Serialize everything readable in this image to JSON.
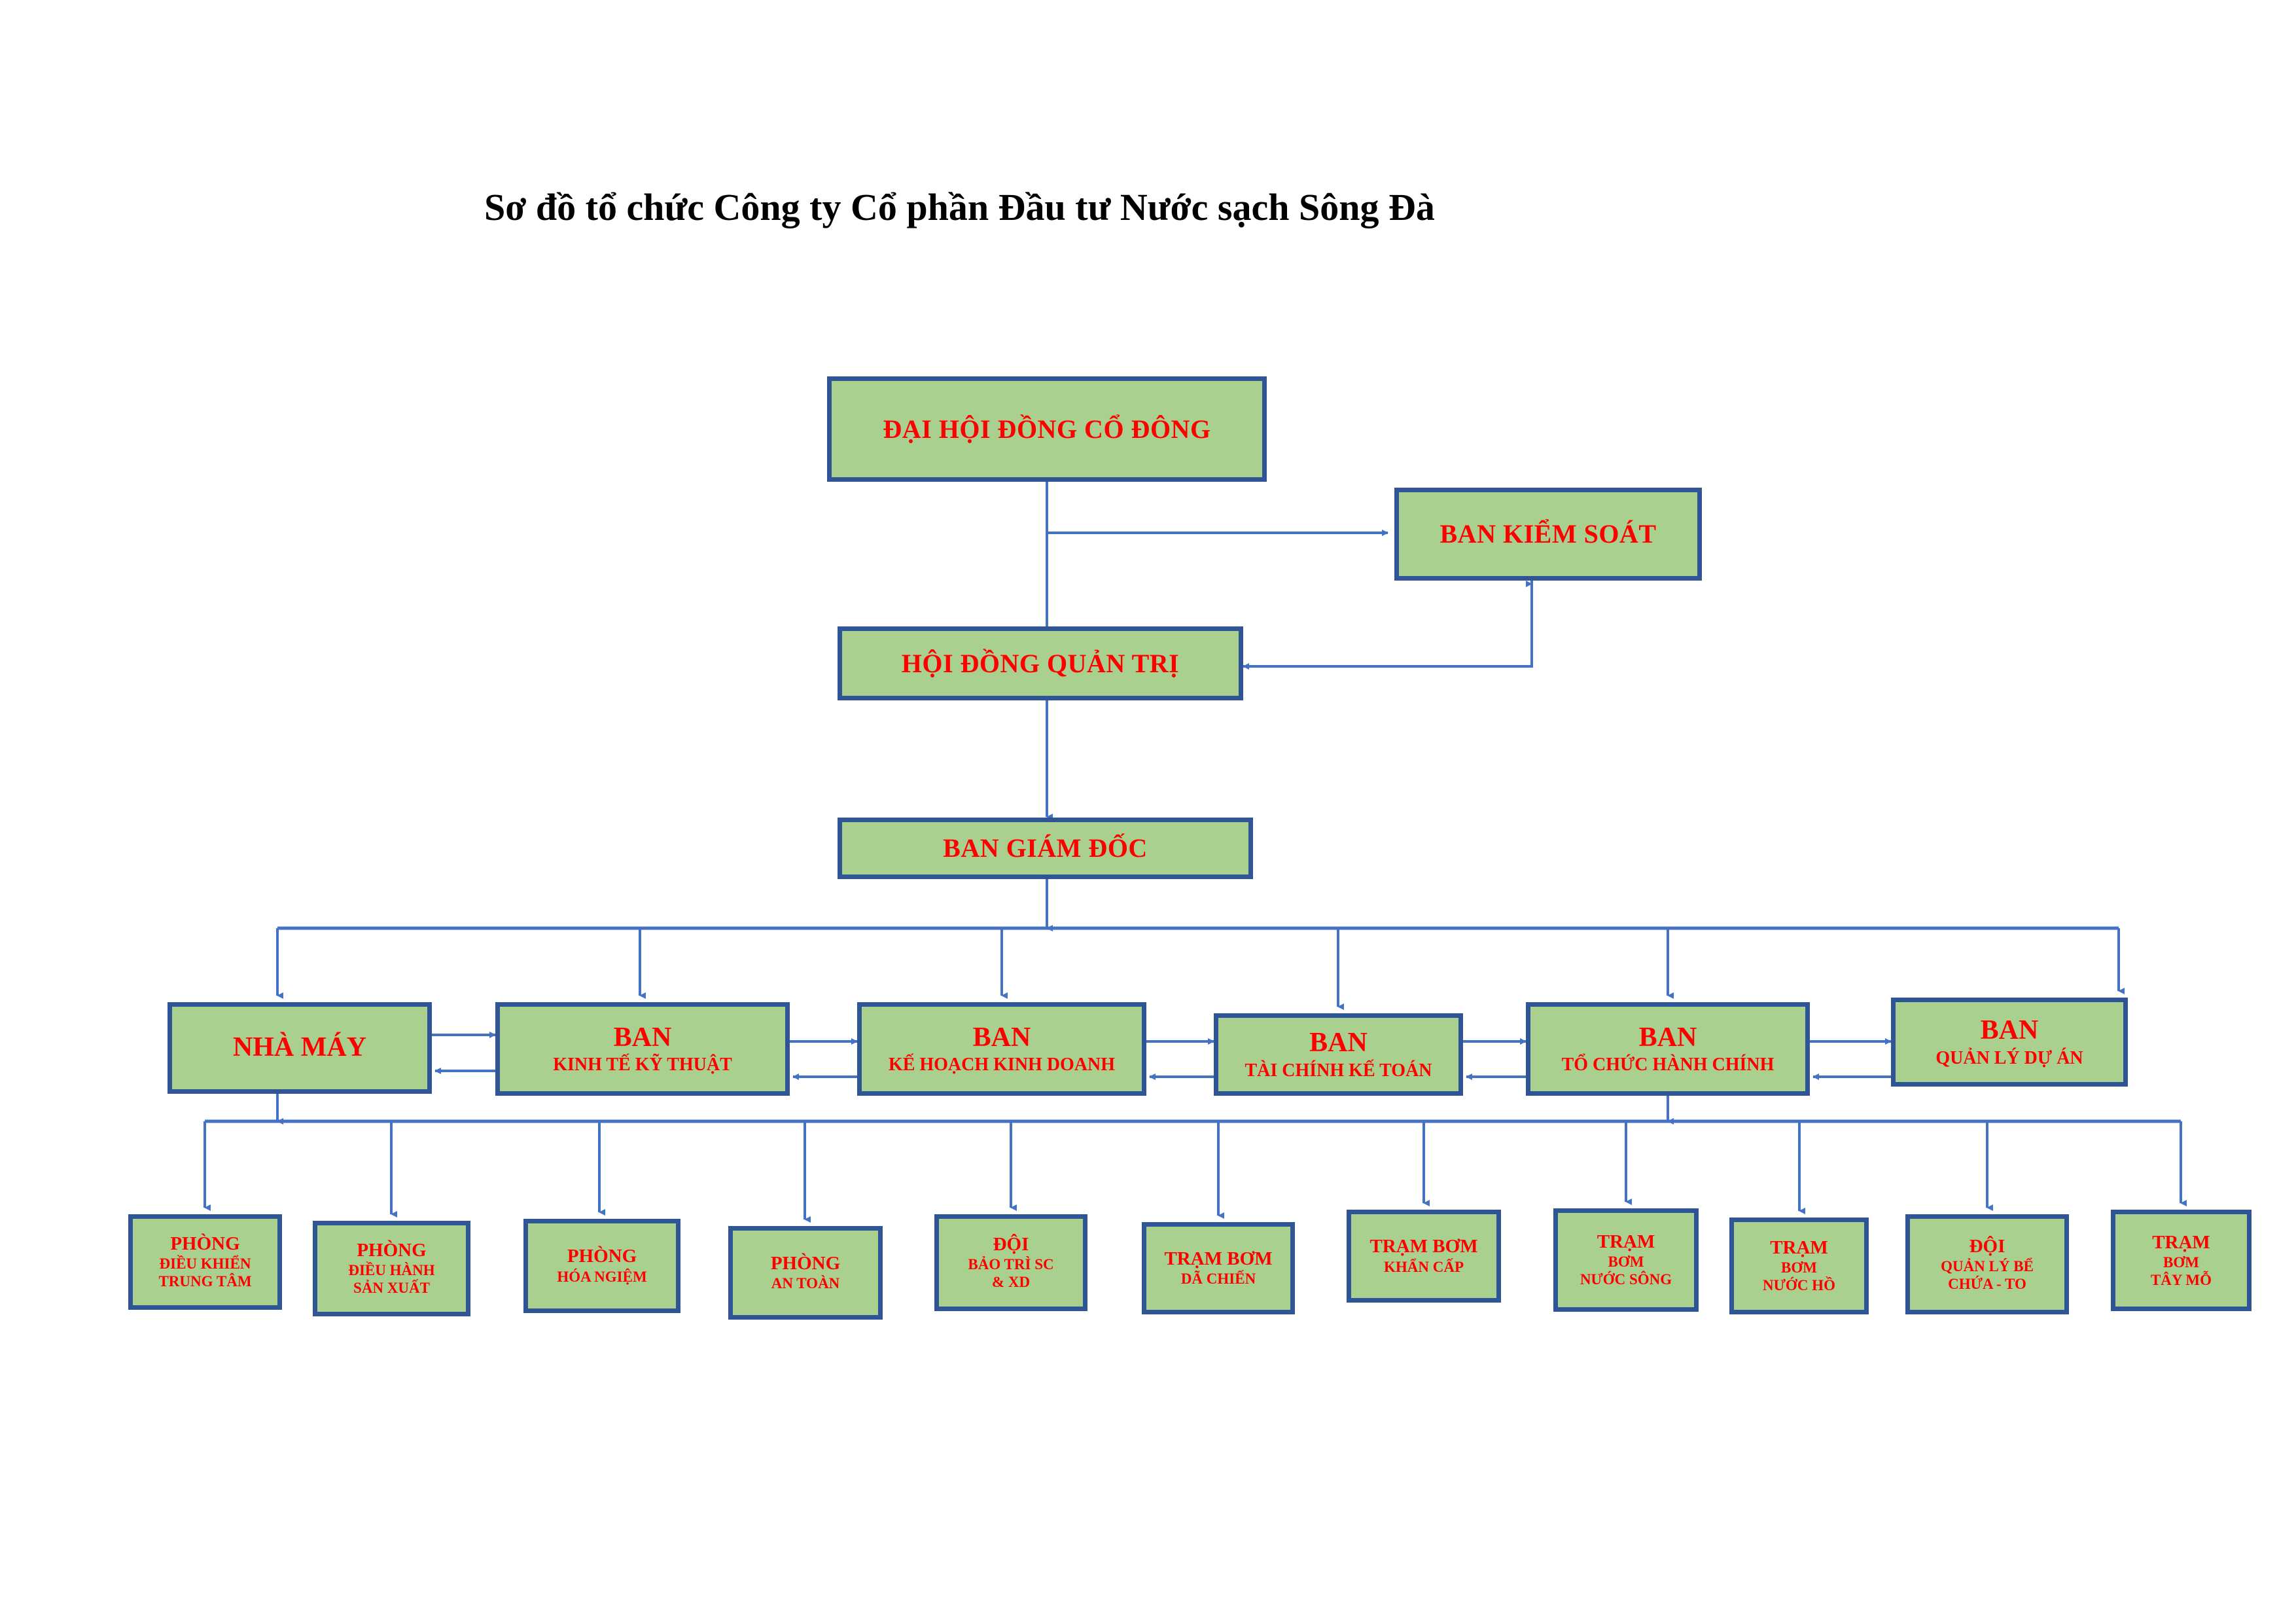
{
  "title": "Sơ đồ tổ chức Công ty Cổ phần Đầu tư Nước sạch Sông Đà",
  "colors": {
    "box_fill": "#a9d08e",
    "box_border": "#2f5597",
    "box_text": "#ff0000",
    "connector": "#4472c4",
    "title_text": "#000000",
    "page_background": "#ffffff"
  },
  "nodes": {
    "shareholders_meeting": {
      "lines": [
        "ĐẠI HỘI ĐỒNG CỔ ĐÔNG"
      ]
    },
    "supervisory_board": {
      "lines": [
        "BAN KIỂM SOÁT"
      ]
    },
    "board_of_directors": {
      "lines": [
        "HỘI ĐỒNG QUẢN TRỊ"
      ]
    },
    "executive_board": {
      "lines": [
        "BAN GIÁM ĐỐC"
      ]
    },
    "factory": {
      "lines": [
        "NHÀ MÁY"
      ]
    },
    "dept_technical": {
      "lines": [
        "BAN",
        "KINH TẾ  KỸ THUẬT"
      ]
    },
    "dept_planning": {
      "lines": [
        "BAN",
        "KẾ HOẠCH KINH DOANH"
      ]
    },
    "dept_finance": {
      "lines": [
        "BAN",
        "TÀI CHÍNH KẾ TOÁN"
      ]
    },
    "dept_admin": {
      "lines": [
        "BAN",
        "TỔ CHỨC HÀNH CHÍNH"
      ]
    },
    "dept_project": {
      "lines": [
        "BAN",
        "QUẢN LÝ DỰ ÁN"
      ]
    },
    "leaf_control_room": {
      "lines": [
        "PHÒNG",
        "ĐIỀU KHIỂN",
        "TRUNG TÂM"
      ]
    },
    "leaf_production": {
      "lines": [
        "PHÒNG",
        "ĐIỀU HÀNH",
        "SẢN XUẤT"
      ]
    },
    "leaf_lab": {
      "lines": [
        "PHÒNG",
        "HÓA NGIỆM"
      ]
    },
    "leaf_safety": {
      "lines": [
        "PHÒNG",
        "AN TOÀN"
      ]
    },
    "leaf_maintenance": {
      "lines": [
        "ĐỘI",
        "BẢO TRÌ SC",
        "& XD"
      ]
    },
    "leaf_pump_field": {
      "lines": [
        "TRẠM BƠM",
        "DÃ CHIẾN"
      ]
    },
    "leaf_pump_emergency": {
      "lines": [
        "TRẠM BƠM",
        "KHẨN CẤP"
      ]
    },
    "leaf_pump_river": {
      "lines": [
        "TRẠM",
        "BƠM",
        "NƯỚC SÔNG"
      ]
    },
    "leaf_pump_lake": {
      "lines": [
        "TRẠM",
        "BƠM",
        "NƯỚC HỒ"
      ]
    },
    "leaf_reservoir": {
      "lines": [
        "ĐỘI",
        "QUẢN LÝ BỂ",
        "CHỨA - TO"
      ]
    },
    "leaf_pump_taymo": {
      "lines": [
        "TRẠM",
        "BƠM",
        "TÂY MỖ"
      ]
    }
  }
}
